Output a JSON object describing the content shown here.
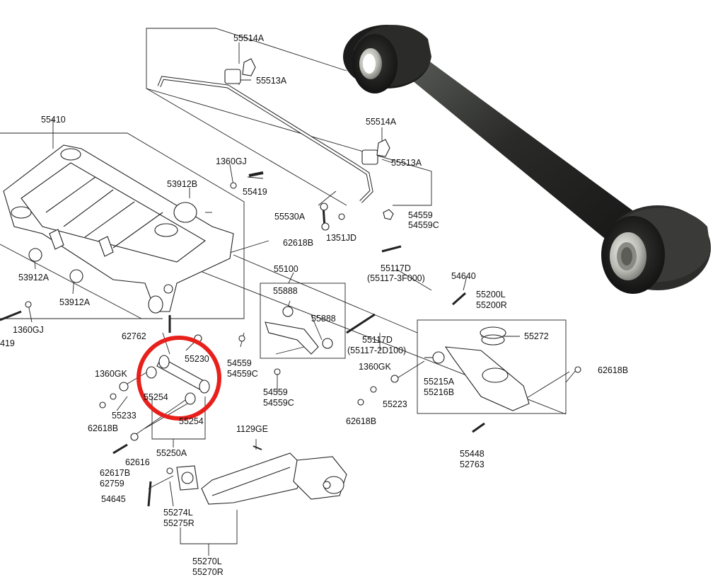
{
  "labels": {
    "p55514A_top": "55514A",
    "p55513A_top": "55513A",
    "p55410": "55410",
    "p55514A_mid": "55514A",
    "p55513A_mid": "55513A",
    "p1360GJ_top": "1360GJ",
    "p53912B": "53912B",
    "p55419_top": "55419",
    "p55530A": "55530A",
    "p54559_r": "54559",
    "p54559C_r": "54559C",
    "p1351JD": "1351JD",
    "p62618B_top": "62618B",
    "p55100": "55100",
    "p55117D_top": "55117D",
    "p55117_3F000": "(55117-3F000)",
    "p53912A_left": "53912A",
    "p53912A_mid": "53912A",
    "p54640": "54640",
    "p55200L": "55200L",
    "p55200R": "55200R",
    "p55888_a": "55888",
    "p55888_b": "55888",
    "p1360GJ_left": "1360GJ",
    "p419": "419",
    "p62762": "62762",
    "p55117D_bot": "55117D",
    "p55117_2D100": "(55117-2D100)",
    "p55272": "55272",
    "p54559_m": "54559",
    "p54559C_m": "54559C",
    "p55230": "55230",
    "p1360GK_left": "1360GK",
    "p55254_a": "55254",
    "p1360GK_mid": "1360GK",
    "p55215A": "55215A",
    "p55216B": "55216B",
    "p62618B_r": "62618B",
    "p54559_b": "54559",
    "p54559C_b": "54559C",
    "p55233": "55233",
    "p55223": "55223",
    "p62618B_left": "62618B",
    "p62618B_mid": "62618B",
    "p55254_b": "55254",
    "p1129GE": "1129GE",
    "p55250A": "55250A",
    "p55448": "55448",
    "p52763": "52763",
    "p62616": "62616",
    "p62617B": "62617B",
    "p62759": "62759",
    "p54645": "54645",
    "p55274L": "55274L",
    "p55275R": "55275R",
    "p55270L": "55270L",
    "p55270R": "55270R"
  },
  "highlight": {
    "color": "#e8201c"
  }
}
